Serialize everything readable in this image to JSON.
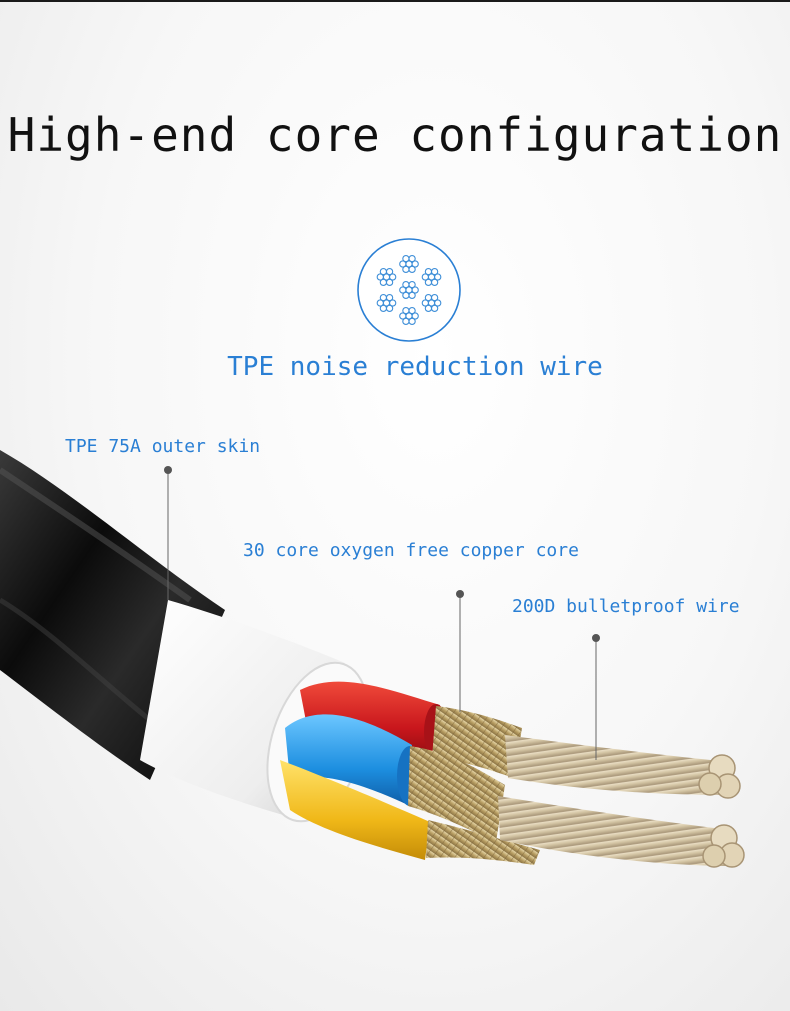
{
  "headline": "High-end core configuration",
  "subtitle": "TPE noise reduction wire",
  "labels": {
    "outer_skin": "TPE 75A outer skin",
    "copper_core": "30 core oxygen free copper core",
    "bulletproof_wire": "200D bulletproof wire"
  },
  "icons": {
    "cross_section": "cable-cross-section-icon"
  },
  "colors": {
    "accent_blue": "#2a7fd4",
    "outer_jacket": "#111111",
    "inner_jacket": "#f4f4f4",
    "wire_red": "#d42424",
    "wire_blue": "#2e9be6",
    "wire_yellow": "#f0c21c",
    "copper": "#c9b98a",
    "kevlar": "#d8cab0"
  }
}
